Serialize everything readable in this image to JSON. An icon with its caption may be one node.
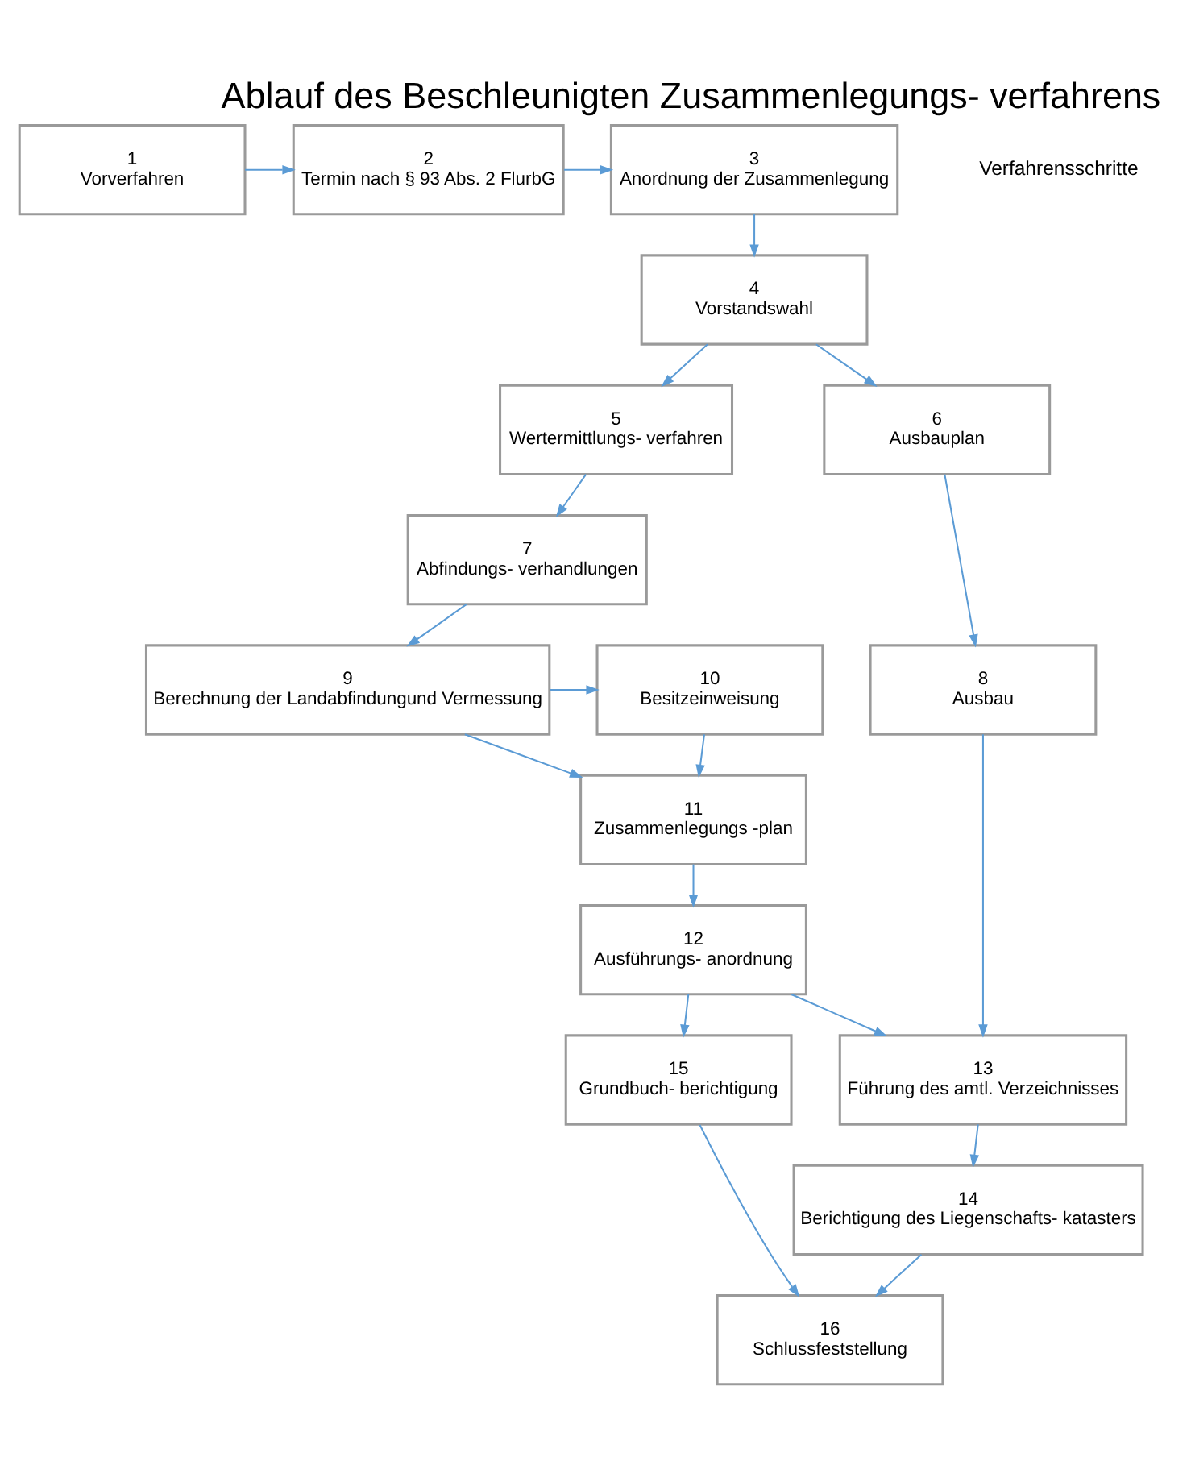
{
  "diagram": {
    "title": "Ablauf des Beschleunigten Zusammenlegungs- verfahrens",
    "nodes": [
      {
        "text": [
          "1",
          "Vorverfahren"
        ]
      },
      {
        "text": [
          "2",
          "Termin nach § 93 Abs. 2 FlurbG"
        ]
      },
      {
        "text": [
          "3",
          "Anordnung der Zusammenlegung"
        ]
      },
      {
        "text": [
          "4",
          "Vorstandswahl"
        ]
      },
      {
        "text": [
          "5",
          "Wertermittlungs- verfahren"
        ]
      },
      {
        "text": [
          "6",
          "Ausbauplan"
        ]
      },
      {
        "text": [
          "7",
          "Abfindungs- verhandlungen"
        ]
      },
      {
        "text": [
          "8",
          "Ausbau"
        ]
      },
      {
        "text": [
          "9",
          "Berechnung der Landabfindungund Vermessung"
        ]
      },
      {
        "text": [
          "10",
          "Besitzeinweisung"
        ]
      },
      {
        "text": [
          "11",
          "Zusammenlegungs -plan"
        ]
      },
      {
        "text": [
          "12",
          "Ausführungs- anordnung"
        ]
      },
      {
        "text": [
          "13",
          "Führung des amtl. Verzeichnisses"
        ]
      },
      {
        "text": [
          "14",
          "Berichtigung des Liegenschafts- katasters"
        ]
      },
      {
        "text": [
          "15",
          "Grundbuch- berichtigung"
        ]
      },
      {
        "text": [
          "16",
          "Schlussfeststellung"
        ]
      }
    ],
    "edges": [
      {
        "from": 0,
        "to": 1,
        "arrow": "to"
      },
      {
        "from": 1,
        "to": 2,
        "arrow": "to"
      },
      {
        "from": 2,
        "to": 3,
        "arrow": "to"
      },
      {
        "from": 3,
        "to": 4,
        "arrow": "to"
      },
      {
        "from": 3,
        "to": 5,
        "arrow": "to"
      },
      {
        "from": 4,
        "to": 6,
        "arrow": "to"
      },
      {
        "from": 5,
        "to": 7,
        "arrow": "to"
      },
      {
        "from": 6,
        "to": 8,
        "arrow": "to"
      },
      {
        "from": 8,
        "to": 9,
        "arrow": "to"
      },
      {
        "from": 8,
        "to": 10,
        "arrow": "to"
      },
      {
        "from": 9,
        "to": 10,
        "arrow": "to"
      },
      {
        "from": 10,
        "to": 11,
        "arrow": "to"
      },
      {
        "from": 7,
        "to": 12,
        "arrow": "to"
      },
      {
        "from": 11,
        "to": 12,
        "arrow": "to"
      },
      {
        "from": 11,
        "to": 14,
        "arrow": "to"
      },
      {
        "from": 12,
        "to": 13,
        "arrow": "to"
      },
      {
        "from": 13,
        "to": 15,
        "arrow": "to"
      },
      {
        "from": 14,
        "to": 15,
        "arrow": "to"
      }
    ],
    "labels": [
      "Verfahrensschritte"
    ]
  }
}
